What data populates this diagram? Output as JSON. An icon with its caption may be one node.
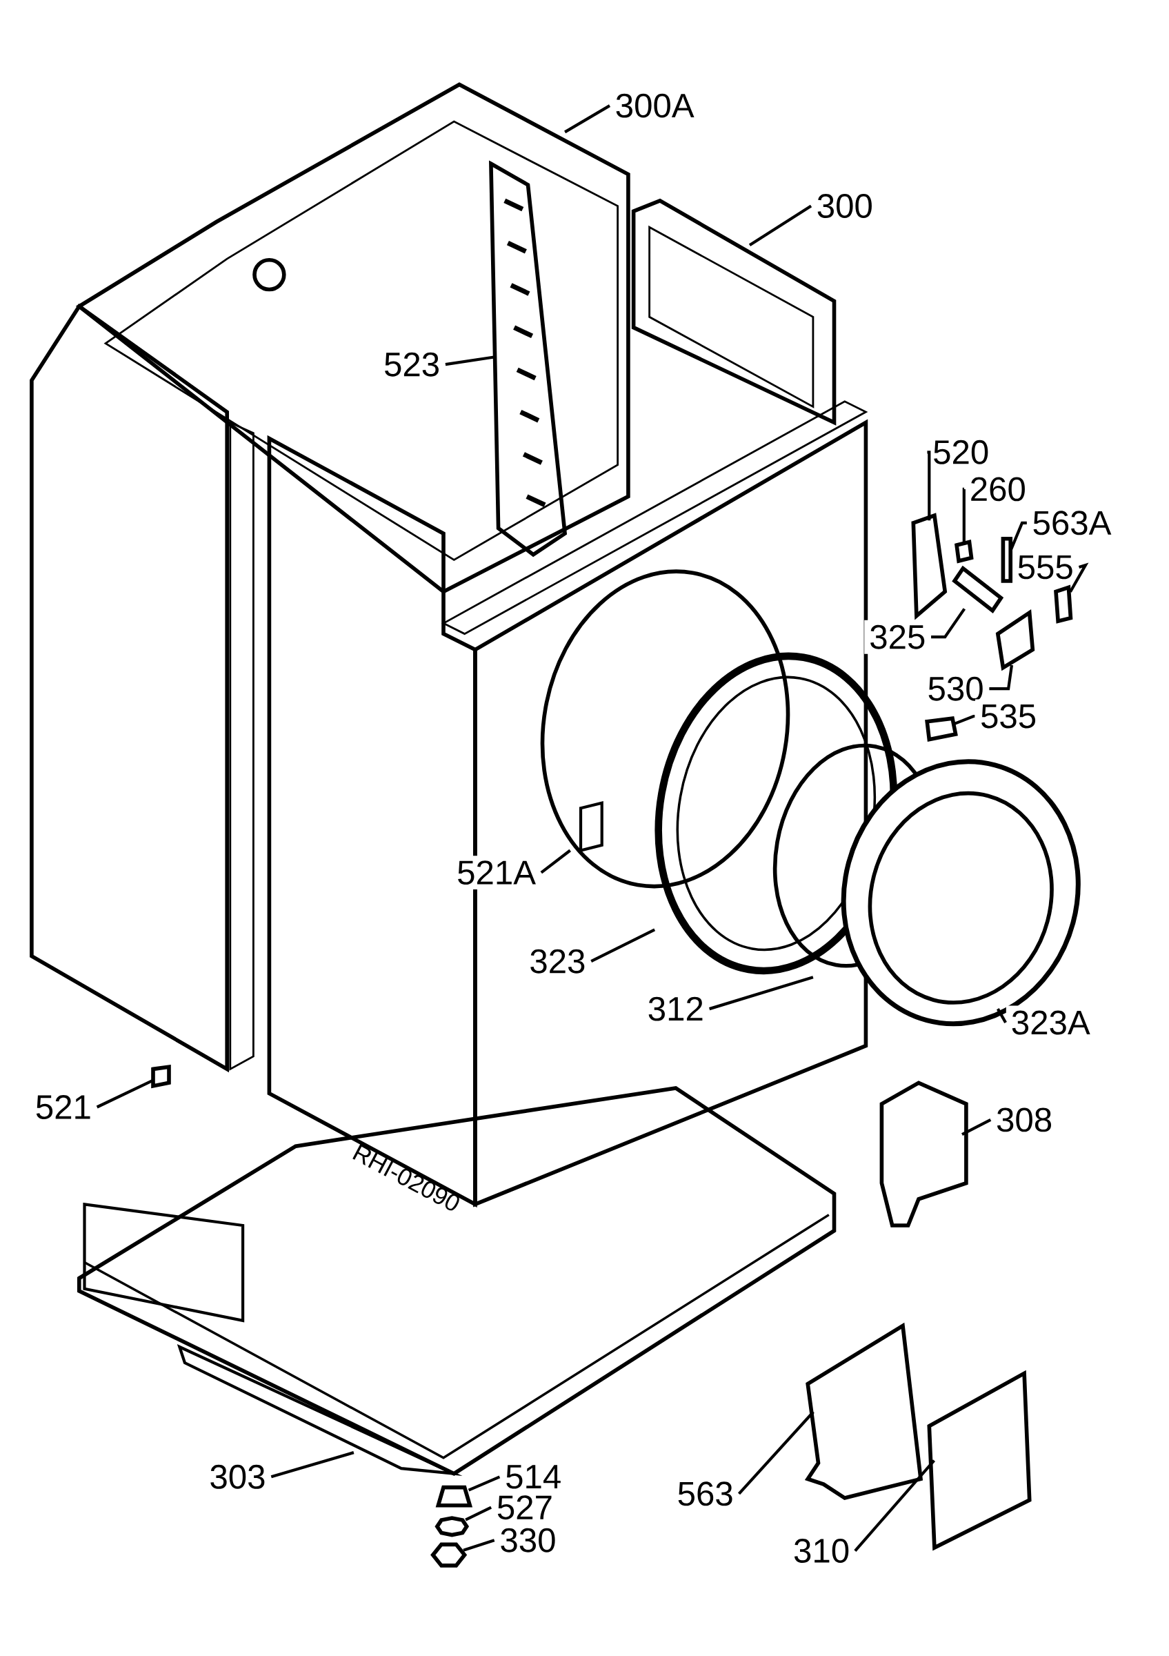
{
  "diagram": {
    "nodes": [
      {
        "text": [
          "300A"
        ]
      },
      {
        "text": [
          "300"
        ]
      },
      {
        "text": [
          "523"
        ]
      },
      {
        "text": [
          "520"
        ]
      },
      {
        "text": [
          "260"
        ]
      },
      {
        "text": [
          "563A"
        ]
      },
      {
        "text": [
          "555"
        ]
      },
      {
        "text": [
          "325"
        ]
      },
      {
        "text": [
          "530"
        ]
      },
      {
        "text": [
          "535"
        ]
      },
      {
        "text": [
          "521A"
        ]
      },
      {
        "text": [
          "323"
        ]
      },
      {
        "text": [
          "312"
        ]
      },
      {
        "text": [
          "323A"
        ]
      },
      {
        "text": [
          "308"
        ]
      },
      {
        "text": [
          "521"
        ]
      },
      {
        "text": [
          "303"
        ]
      },
      {
        "text": [
          "514"
        ]
      },
      {
        "text": [
          "527"
        ]
      },
      {
        "text": [
          "330"
        ]
      },
      {
        "text": [
          "563"
        ]
      },
      {
        "text": [
          "310"
        ]
      },
      {
        "text": [],
        "shape": "box"
      },
      {
        "text": [],
        "shape": "box"
      },
      {
        "text": [],
        "shape": "box"
      },
      {
        "text": [],
        "shape": "box"
      },
      {
        "text": [],
        "shape": "box"
      },
      {
        "text": [],
        "shape": "box"
      },
      {
        "text": [],
        "shape": "box"
      },
      {
        "text": [],
        "shape": "box"
      },
      {
        "text": [],
        "shape": "box"
      },
      {
        "text": [],
        "shape": "box"
      },
      {
        "text": [],
        "shape": "box"
      },
      {
        "text": [],
        "shape": "box"
      },
      {
        "text": [],
        "shape": "box"
      },
      {
        "text": [],
        "shape": "box"
      }
    ],
    "edges": [
      {
        "from": 0,
        "to": null,
        "arrow": "none"
      },
      {
        "from": 1,
        "to": null,
        "arrow": "none"
      },
      {
        "from": 2,
        "to": null,
        "arrow": "none"
      },
      {
        "from": 3,
        "to": 22,
        "arrow": "none"
      },
      {
        "from": 4,
        "to": 23,
        "arrow": "none"
      },
      {
        "from": 5,
        "to": 24,
        "arrow": "none"
      },
      {
        "from": 6,
        "to": 25,
        "arrow": "none"
      },
      {
        "from": 7,
        "to": 26,
        "arrow": "none"
      },
      {
        "from": 8,
        "to": 27,
        "arrow": "none"
      },
      {
        "from": 9,
        "to": 28,
        "arrow": "none"
      },
      {
        "from": 10,
        "to": null,
        "arrow": "none"
      },
      {
        "from": 11,
        "to": null,
        "arrow": "none"
      },
      {
        "from": 12,
        "to": null,
        "arrow": "none"
      },
      {
        "from": 13,
        "to": null,
        "arrow": "none"
      },
      {
        "from": 14,
        "to": 29,
        "arrow": "none"
      },
      {
        "from": 15,
        "to": 30,
        "arrow": "none"
      },
      {
        "from": 16,
        "to": null,
        "arrow": "none"
      },
      {
        "from": 17,
        "to": 31,
        "arrow": "none"
      },
      {
        "from": 18,
        "to": 32,
        "arrow": "none"
      },
      {
        "from": 19,
        "to": 33,
        "arrow": "none"
      },
      {
        "from": 20,
        "to": 34,
        "arrow": "none"
      },
      {
        "from": 21,
        "to": 35,
        "arrow": "none"
      }
    ],
    "labels": [
      "RHI-02090"
    ]
  }
}
